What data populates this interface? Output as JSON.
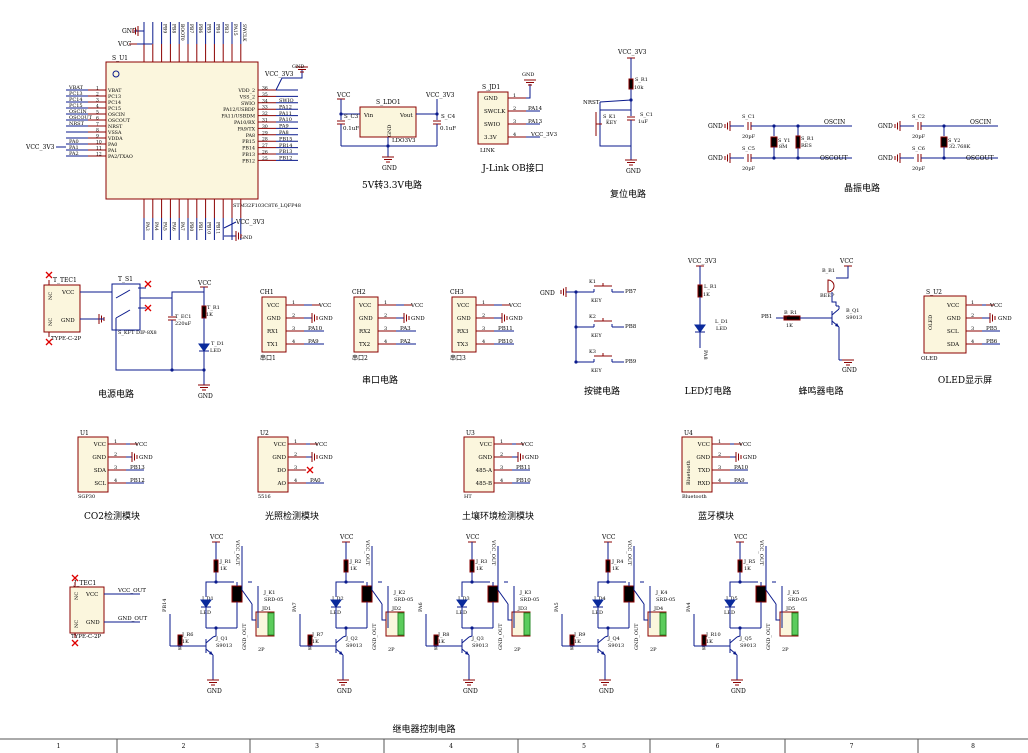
{
  "sections": {
    "power_5v_3v3": "5V转3.3V电路",
    "jlink": "J-Link OB接口",
    "reset": "复位电路",
    "crystal": "晶振电路",
    "power": "电源电路",
    "uart": "串口电路",
    "keys": "按键电路",
    "led": "LED灯电路",
    "buzzer": "蜂鸣器电路",
    "oled": "OLED显示屏",
    "co2": "CO2检测模块",
    "light": "光照检测模块",
    "soil": "土壤环境检测模块",
    "bt": "蓝牙模块",
    "relay": "继电器控制电路"
  },
  "mcu": {
    "ref": "S_U1",
    "part": "STM32F103C8T6_LQFP48",
    "left_pins": [
      {
        "num": "1",
        "name": "VBAT",
        "net": "VBAT"
      },
      {
        "num": "2",
        "name": "PC13",
        "net": "PC13"
      },
      {
        "num": "3",
        "name": "PC14",
        "net": "PC14"
      },
      {
        "num": "4",
        "name": "PC15",
        "net": "PC15"
      },
      {
        "num": "5",
        "name": "OSCIN",
        "net": "OSCIN"
      },
      {
        "num": "6",
        "name": "OSCOUT",
        "net": "OSCOUT"
      },
      {
        "num": "7",
        "name": "NRST",
        "net": "NRST"
      },
      {
        "num": "8",
        "name": "VSSA",
        "net": ""
      },
      {
        "num": "9",
        "name": "VDDA",
        "net": ""
      },
      {
        "num": "10",
        "name": "PA0",
        "net": "PA0"
      },
      {
        "num": "11",
        "name": "PA1",
        "net": "PA1"
      },
      {
        "num": "12",
        "name": "PA2/TXAO",
        "net": "PA2"
      }
    ],
    "right_pins": [
      {
        "num": "36",
        "name": "VDD_2",
        "net": ""
      },
      {
        "num": "35",
        "name": "VSS_2",
        "net": ""
      },
      {
        "num": "34",
        "name": "SWIO",
        "net": "SWIO"
      },
      {
        "num": "33",
        "name": "PA12/USBDP",
        "net": "PA12"
      },
      {
        "num": "32",
        "name": "PA11/USBDM",
        "net": "PA11"
      },
      {
        "num": "31",
        "name": "PA10/RX",
        "net": "PA10"
      },
      {
        "num": "30",
        "name": "PA9/TX",
        "net": "PA9"
      },
      {
        "num": "29",
        "name": "PA8",
        "net": "PA8"
      },
      {
        "num": "28",
        "name": "PB15",
        "net": "PB15"
      },
      {
        "num": "27",
        "name": "PB14",
        "net": "PB14"
      },
      {
        "num": "26",
        "name": "PB13",
        "net": "PB13"
      },
      {
        "num": "25",
        "name": "PB12",
        "net": "PB12"
      }
    ],
    "top_nets": [
      "GND",
      "VCC",
      "PB9",
      "PB8",
      "BOOT0",
      "PB7",
      "PB6",
      "PB5",
      "PB4",
      "PB3",
      "PA15",
      "SWCLK"
    ],
    "bottom_nets": [
      "PA3",
      "PA4",
      "PA5",
      "PA6",
      "PA7",
      "PB0",
      "PB1",
      "PB10",
      "PB11",
      "",
      "",
      ""
    ],
    "vcc3v3_left": "VCC_3V3",
    "vcc3v3_right": "VCC_3V3",
    "vcc3v3_bottom": "VCC_3V3",
    "gnd": "GND"
  },
  "ldo": {
    "ref": "S_LDO1",
    "part": "LDO3V3",
    "vin": "Vin",
    "vout": "Vout",
    "gnd": "GND",
    "c3": "S_C3",
    "c3v": "0.1uF",
    "c4": "S_C4",
    "c4v": "0.1uF",
    "vcc": "VCC",
    "vcc3v3": "VCC_3V3",
    "gndnet": "GND"
  },
  "jlink_conn": {
    "ref": "S_JD1",
    "name": "LINK",
    "pins": [
      {
        "num": "1",
        "name": "GND",
        "net": "GND"
      },
      {
        "num": "2",
        "name": "SWCLK",
        "net": "PA14"
      },
      {
        "num": "3",
        "name": "SWIO",
        "net": "PA13"
      },
      {
        "num": "4",
        "name": "3.3V",
        "net": "VCC_3V3"
      }
    ]
  },
  "reset_ckt": {
    "vcc": "VCC_3V3",
    "r": "S_R1",
    "rv": "10k",
    "net": "NRST",
    "k": "S_K1",
    "kv": "KEY",
    "c": "S_C1",
    "cv": "1uF",
    "gnd": "GND"
  },
  "xtal": {
    "c1": "S_C1",
    "c1v": "20pF",
    "c5": "S_C5",
    "c5v": "20pF",
    "y1": "S_Y1",
    "y1v": "8M",
    "r1": "S_R1",
    "r1v": "RES",
    "oscin": "OSCIN",
    "oscout": "OSCOUT",
    "c2": "S_C2",
    "c2v": "20pF",
    "c6": "S_C6",
    "c6v": "20pF",
    "y2": "S_Y2",
    "y2v": "32.768K",
    "oscin2": "OSCIN",
    "oscout2": "OSCOUT",
    "gnd": "GND"
  },
  "power_ckt": {
    "tc": "T_TEC1",
    "vcc_pin": "VCC",
    "gnd_pin": "GND",
    "nc": "NC",
    "type": "TYPE-C-2P",
    "sw": "T_S1",
    "sw_part": "S_KFT DIP-8X8",
    "ec": "T_EC1",
    "ecv": "220uF",
    "r": "T_R1",
    "rv": "1K",
    "led": "T_D1",
    "ledv": "LED",
    "vcc": "VCC",
    "gnd": "GND"
  },
  "uarts": [
    {
      "ref": "CH1",
      "label": "串口1",
      "p1": "VCC",
      "p2": "GND",
      "p3": "RX1",
      "p4": "TX1",
      "n3": "PA10",
      "n4": "PA9"
    },
    {
      "ref": "CH2",
      "label": "串口2",
      "p1": "VCC",
      "p2": "GND",
      "p3": "RX2",
      "p4": "TX2",
      "n3": "PA3",
      "n4": "PA2"
    },
    {
      "ref": "CH3",
      "label": "串口3",
      "p1": "VCC",
      "p2": "GND",
      "p3": "RX3",
      "p4": "TX3",
      "n3": "PB11",
      "n4": "PB10"
    }
  ],
  "key_ckt": {
    "gnd": "GND",
    "keys": [
      {
        "ref": "K1",
        "val": "KEY",
        "net": "PB7"
      },
      {
        "ref": "K2",
        "val": "KEY",
        "net": "PB8"
      },
      {
        "ref": "K3",
        "val": "KEY",
        "net": "PB9"
      }
    ]
  },
  "led_ckt": {
    "vcc": "VCC_3V3",
    "r": "L_R1",
    "rv": "1K",
    "d": "L_D1",
    "dv": "LED",
    "net": "PA8"
  },
  "buzzer_ckt": {
    "b": "B_B1",
    "bv": "BEEP",
    "vcc": "VCC",
    "r": "B_R1",
    "rv": "1K",
    "net": "PB1",
    "q": "B_Q1",
    "qv": "S9013",
    "gnd": "GND"
  },
  "oled_mod": {
    "ref": "S_U2",
    "label": "OLED",
    "name": "OLED",
    "pins": [
      {
        "num": "1",
        "name": "VCC",
        "net": "VCC"
      },
      {
        "num": "2",
        "name": "GND",
        "net": "GND"
      },
      {
        "num": "3",
        "name": "SCL",
        "net": "PB5"
      },
      {
        "num": "4",
        "name": "SDA",
        "net": "PB6"
      }
    ]
  },
  "modules": [
    {
      "ref": "U1",
      "label": "SGP30",
      "vertical": "",
      "pins": [
        {
          "n": "1",
          "name": "VCC",
          "net": "VCC"
        },
        {
          "n": "2",
          "name": "GND",
          "net": "GND"
        },
        {
          "n": "3",
          "name": "SDA",
          "net": "PB13"
        },
        {
          "n": "4",
          "name": "SCL",
          "net": "PB12"
        }
      ]
    },
    {
      "ref": "U2",
      "label": "5516",
      "vertical": "",
      "pins": [
        {
          "n": "1",
          "name": "VCC",
          "net": "VCC"
        },
        {
          "n": "2",
          "name": "GND",
          "net": "GND"
        },
        {
          "n": "3",
          "name": "DO",
          "net": ""
        },
        {
          "n": "4",
          "name": "AO",
          "net": "PA0"
        }
      ]
    },
    {
      "ref": "U3",
      "label": "HT",
      "vertical": "",
      "pins": [
        {
          "n": "1",
          "name": "VCC",
          "net": "VCC"
        },
        {
          "n": "2",
          "name": "GND",
          "net": "GND"
        },
        {
          "n": "3",
          "name": "485-A",
          "net": "PB11"
        },
        {
          "n": "4",
          "name": "485-B",
          "net": "PB10"
        }
      ]
    },
    {
      "ref": "U4",
      "label": "Bluetooth",
      "vertical": "Bluetooth",
      "pins": [
        {
          "n": "1",
          "name": "VCC",
          "net": "VCC"
        },
        {
          "n": "2",
          "name": "GND",
          "net": "GND"
        },
        {
          "n": "3",
          "name": "TXD",
          "net": "PA10"
        },
        {
          "n": "4",
          "name": "RXD",
          "net": "PA9"
        }
      ]
    }
  ],
  "relay_power": {
    "ref": "J_TEC1",
    "nc": "NC",
    "vcc": "VCC",
    "gnd": "GND",
    "net1": "VCC_OUT",
    "net2": "GND_OUT",
    "type": "TYPE-C-2P"
  },
  "relays": [
    {
      "net": "PB14",
      "r1": "J_R1",
      "r1v": "1K",
      "d": "J_D1",
      "dv": "LED",
      "k": "J_K1",
      "kv": "SRD-05",
      "jd": "JD1",
      "jdv": "2P",
      "r2": "J_R6",
      "r2v": "1K",
      "q": "J_Q1",
      "qv": "S9013",
      "vcc": "VCC",
      "gnd": "GND",
      "out": "VCC_OUT",
      "gout": "GND_OUT"
    },
    {
      "net": "PA7",
      "r1": "J_R2",
      "r1v": "1K",
      "d": "J_D2",
      "dv": "LED",
      "k": "J_K2",
      "kv": "SRD-05",
      "jd": "JD2",
      "jdv": "2P",
      "r2": "J_R7",
      "r2v": "1K",
      "q": "J_Q2",
      "qv": "S9013",
      "vcc": "VCC",
      "gnd": "GND",
      "out": "VCC_OUT",
      "gout": "GND_OUT"
    },
    {
      "net": "PA6",
      "r1": "J_R3",
      "r1v": "1K",
      "d": "J_D3",
      "dv": "LED",
      "k": "J_K3",
      "kv": "SRD-05",
      "jd": "JD3",
      "jdv": "2P",
      "r2": "J_R8",
      "r2v": "1K",
      "q": "J_Q3",
      "qv": "S9013",
      "vcc": "VCC",
      "gnd": "GND",
      "out": "VCC_OUT",
      "gout": "GND_OUT"
    },
    {
      "net": "PA5",
      "r1": "J_R4",
      "r1v": "1K",
      "d": "J_D4",
      "dv": "LED",
      "k": "J_K4",
      "kv": "SRD-05",
      "jd": "JD4",
      "jdv": "2P",
      "r2": "J_R9",
      "r2v": "1K",
      "q": "J_Q4",
      "qv": "S9013",
      "vcc": "VCC",
      "gnd": "GND",
      "out": "VCC_OUT",
      "gout": "GND_OUT"
    },
    {
      "net": "PA4",
      "r1": "J_R5",
      "r1v": "1K",
      "d": "J_D5",
      "dv": "LED",
      "k": "J_K5",
      "kv": "SRD-05",
      "jd": "JD5",
      "jdv": "2P",
      "r2": "J_R10",
      "r2v": "1K",
      "q": "J_Q5",
      "qv": "S9013",
      "vcc": "VCC",
      "gnd": "GND",
      "out": "VCC_OUT",
      "gout": "GND_OUT"
    }
  ],
  "zones": [
    "1",
    "2",
    "3",
    "4",
    "5",
    "6",
    "7",
    "8"
  ]
}
